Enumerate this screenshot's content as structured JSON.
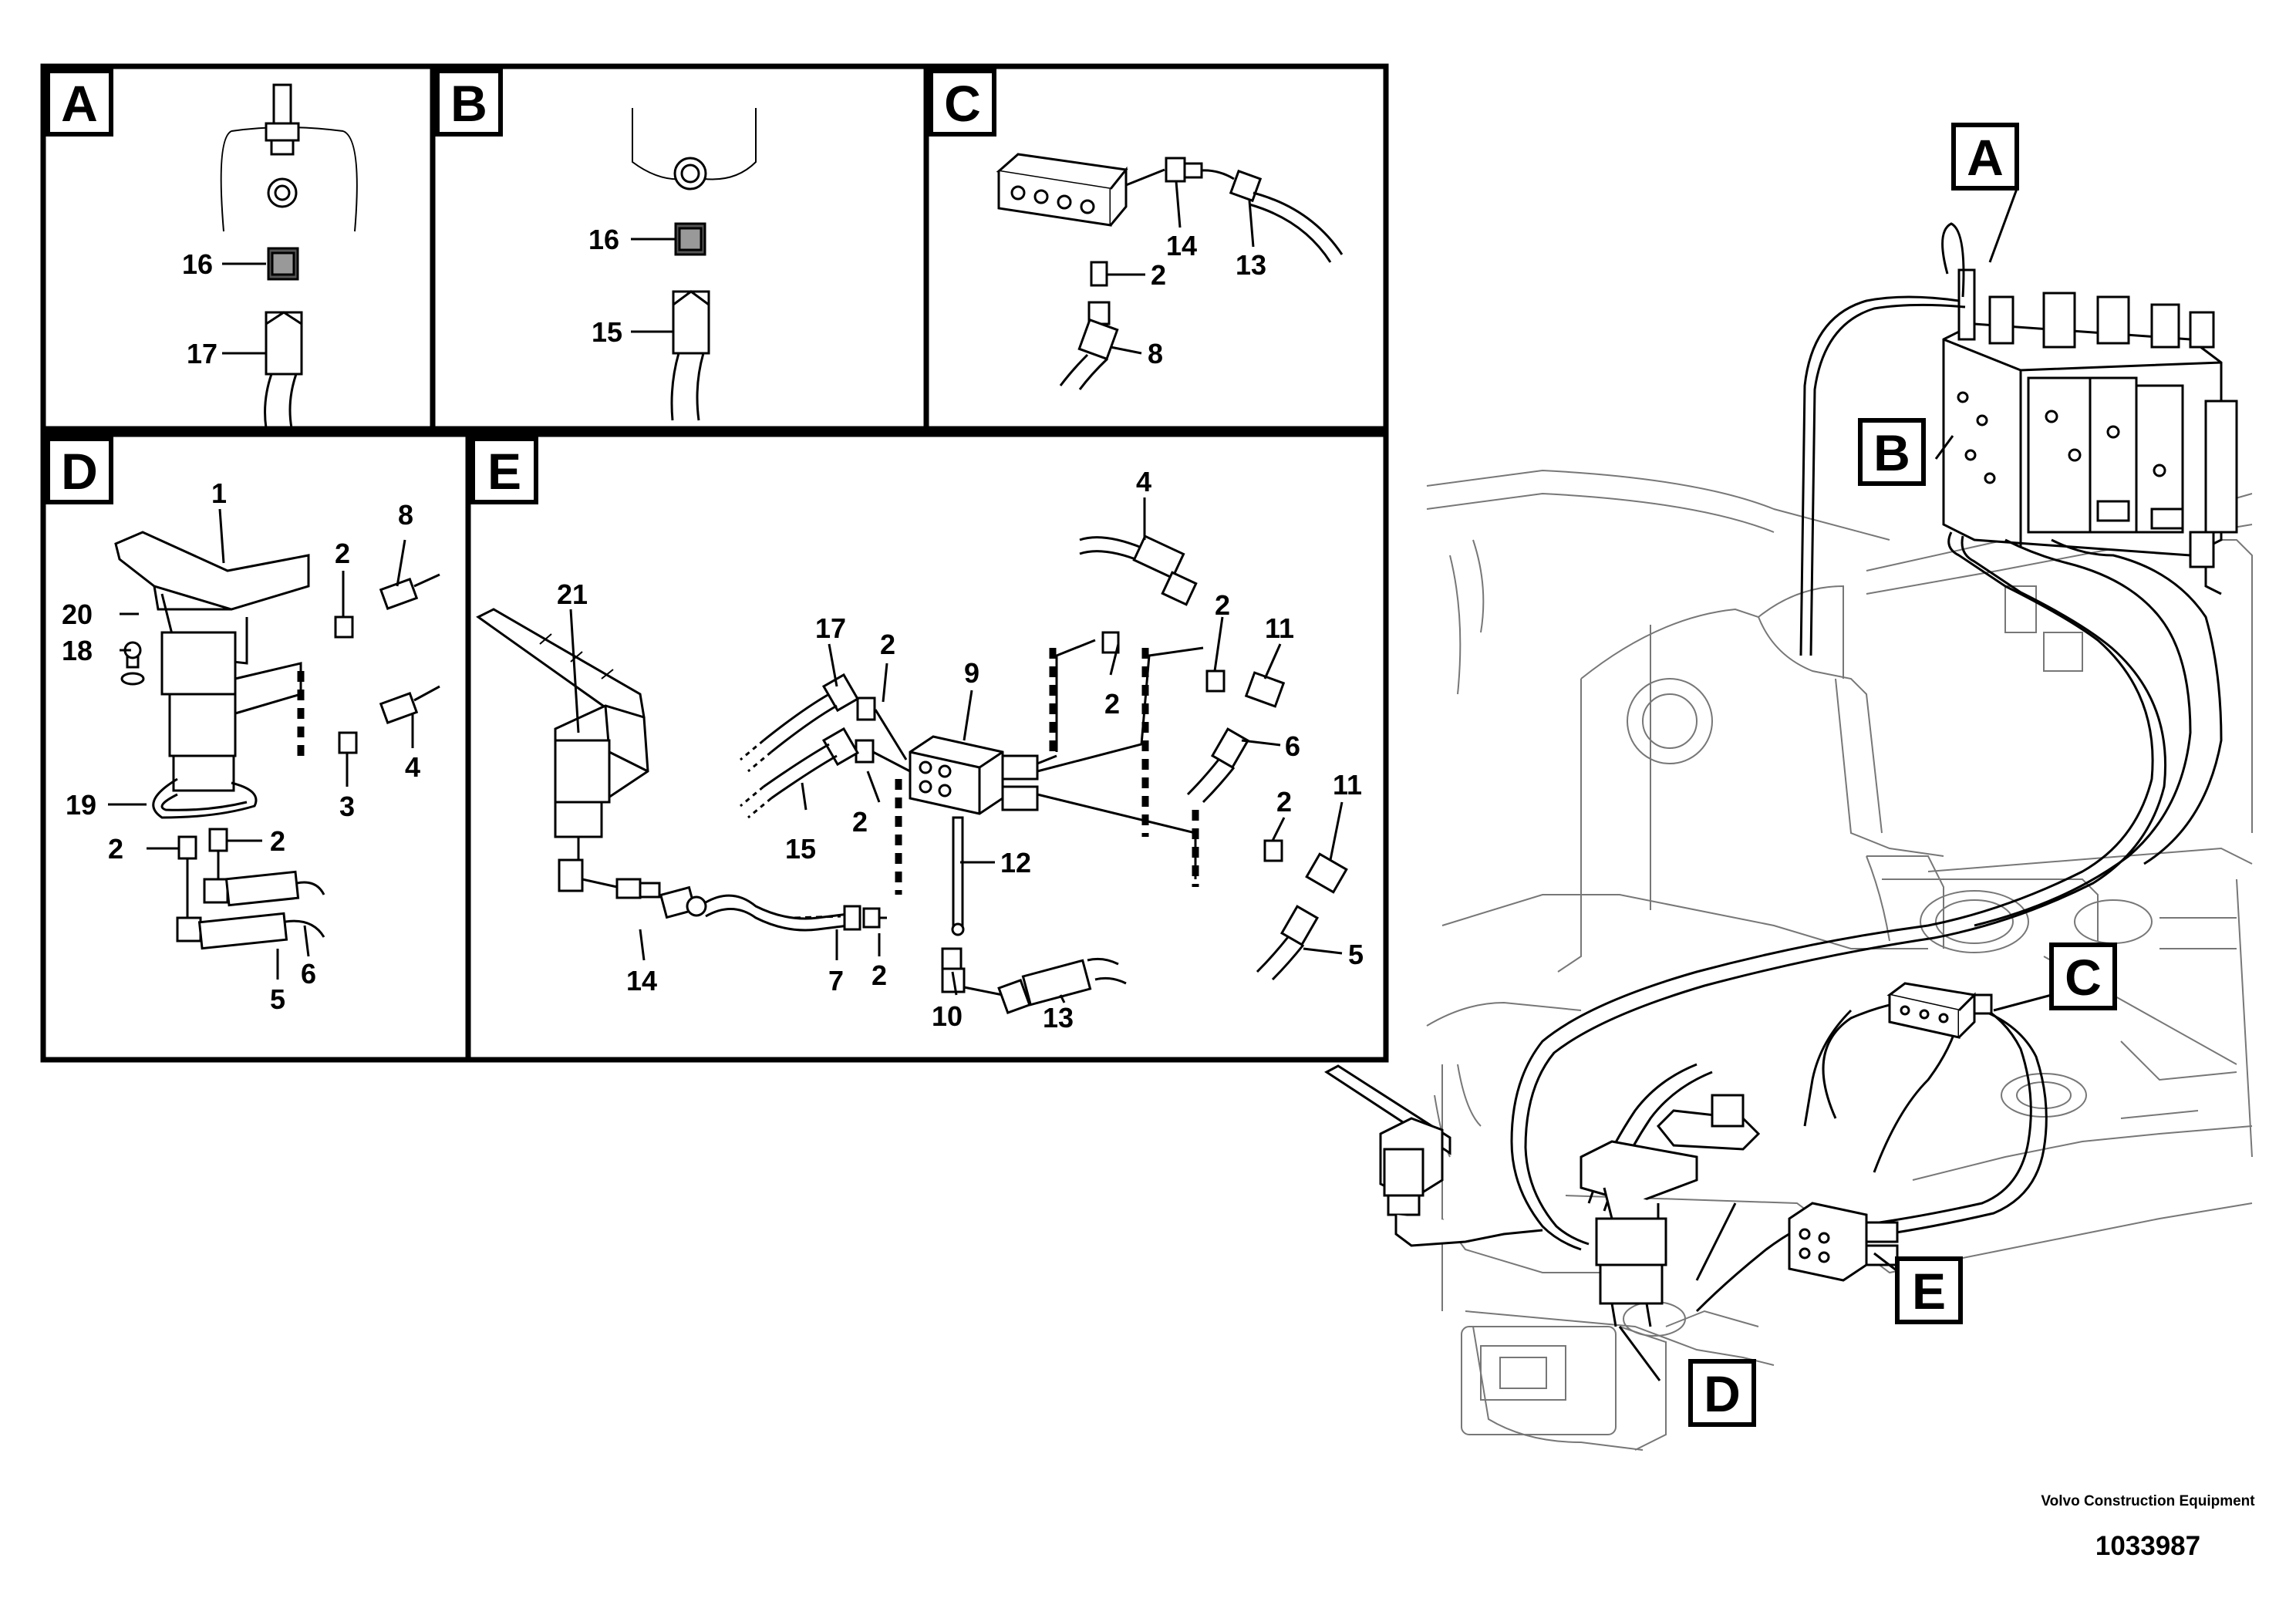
{
  "panels": {
    "A": {
      "tag": "A",
      "labels": [
        "16",
        "17"
      ]
    },
    "B": {
      "tag": "B",
      "labels": [
        "16",
        "15"
      ]
    },
    "C": {
      "tag": "C",
      "labels": [
        "14",
        "2",
        "13",
        "8"
      ]
    },
    "D": {
      "tag": "D",
      "labels": [
        "1",
        "2",
        "8",
        "20",
        "18",
        "19",
        "2",
        "2",
        "3",
        "4",
        "5",
        "6"
      ]
    },
    "E": {
      "tag": "E",
      "labels": [
        "4",
        "21",
        "17",
        "2",
        "9",
        "2",
        "11",
        "2",
        "6",
        "15",
        "2",
        "2",
        "12",
        "11",
        "14",
        "7",
        "2",
        "10",
        "13",
        "5"
      ]
    }
  },
  "callouts": [
    "A",
    "B",
    "C",
    "D",
    "E"
  ],
  "credit": {
    "brand": "Volvo Construction Equipment",
    "number": "1033987"
  }
}
